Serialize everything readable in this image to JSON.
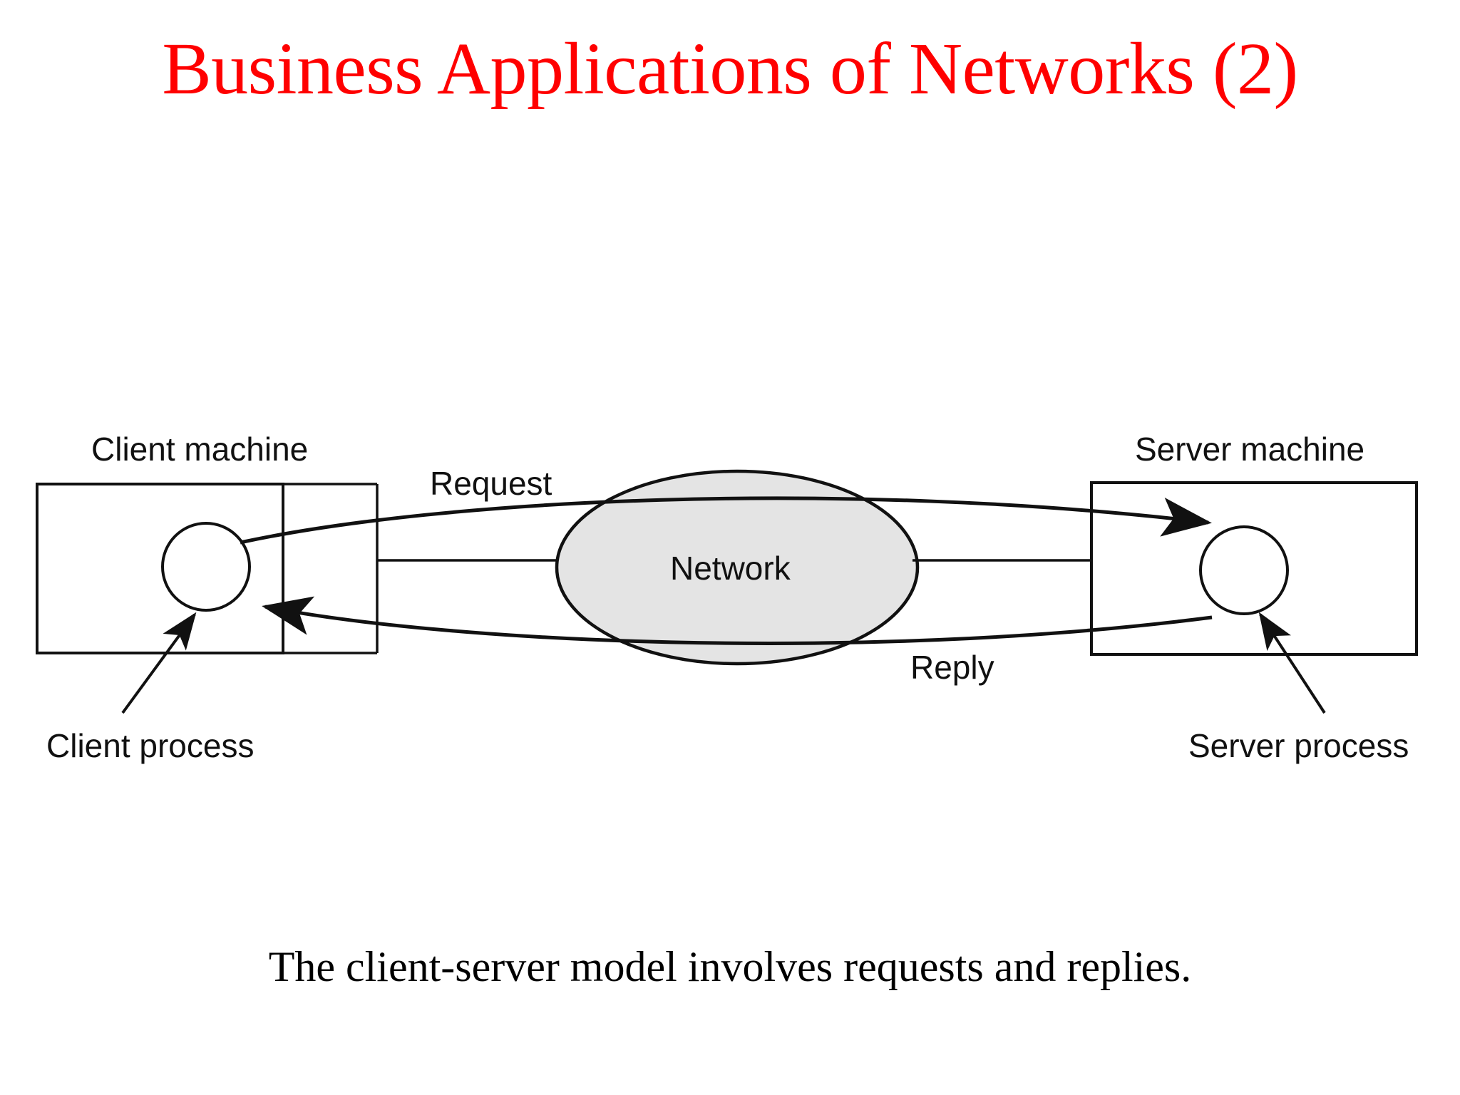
{
  "slide": {
    "title": "Business Applications of Networks (2)",
    "title_color": "#ff0000",
    "caption": "The client-server model involves requests and replies.",
    "background_color": "#ffffff"
  },
  "diagram": {
    "type": "client-server-network",
    "fill_color": "#e4e4e4",
    "line_color": "#111111",
    "nodes": [
      {
        "id": "client-machine",
        "label": "Client machine",
        "shape": "rectangle"
      },
      {
        "id": "client-process",
        "label": "Client process",
        "shape": "circle"
      },
      {
        "id": "network",
        "label": "Network",
        "shape": "ellipse"
      },
      {
        "id": "server-machine",
        "label": "Server machine",
        "shape": "rectangle"
      },
      {
        "id": "server-process",
        "label": "Server process",
        "shape": "circle"
      }
    ],
    "flows": [
      {
        "id": "request",
        "label": "Request",
        "from": "client-process",
        "to": "server-process",
        "direction": "left-to-right"
      },
      {
        "id": "reply",
        "label": "Reply",
        "from": "server-process",
        "to": "client-process",
        "direction": "right-to-left"
      }
    ],
    "labels": {
      "client_machine": "Client machine",
      "server_machine": "Server machine",
      "network": "Network",
      "request": "Request",
      "reply": "Reply",
      "client_process": "Client process",
      "server_process": "Server process"
    }
  }
}
